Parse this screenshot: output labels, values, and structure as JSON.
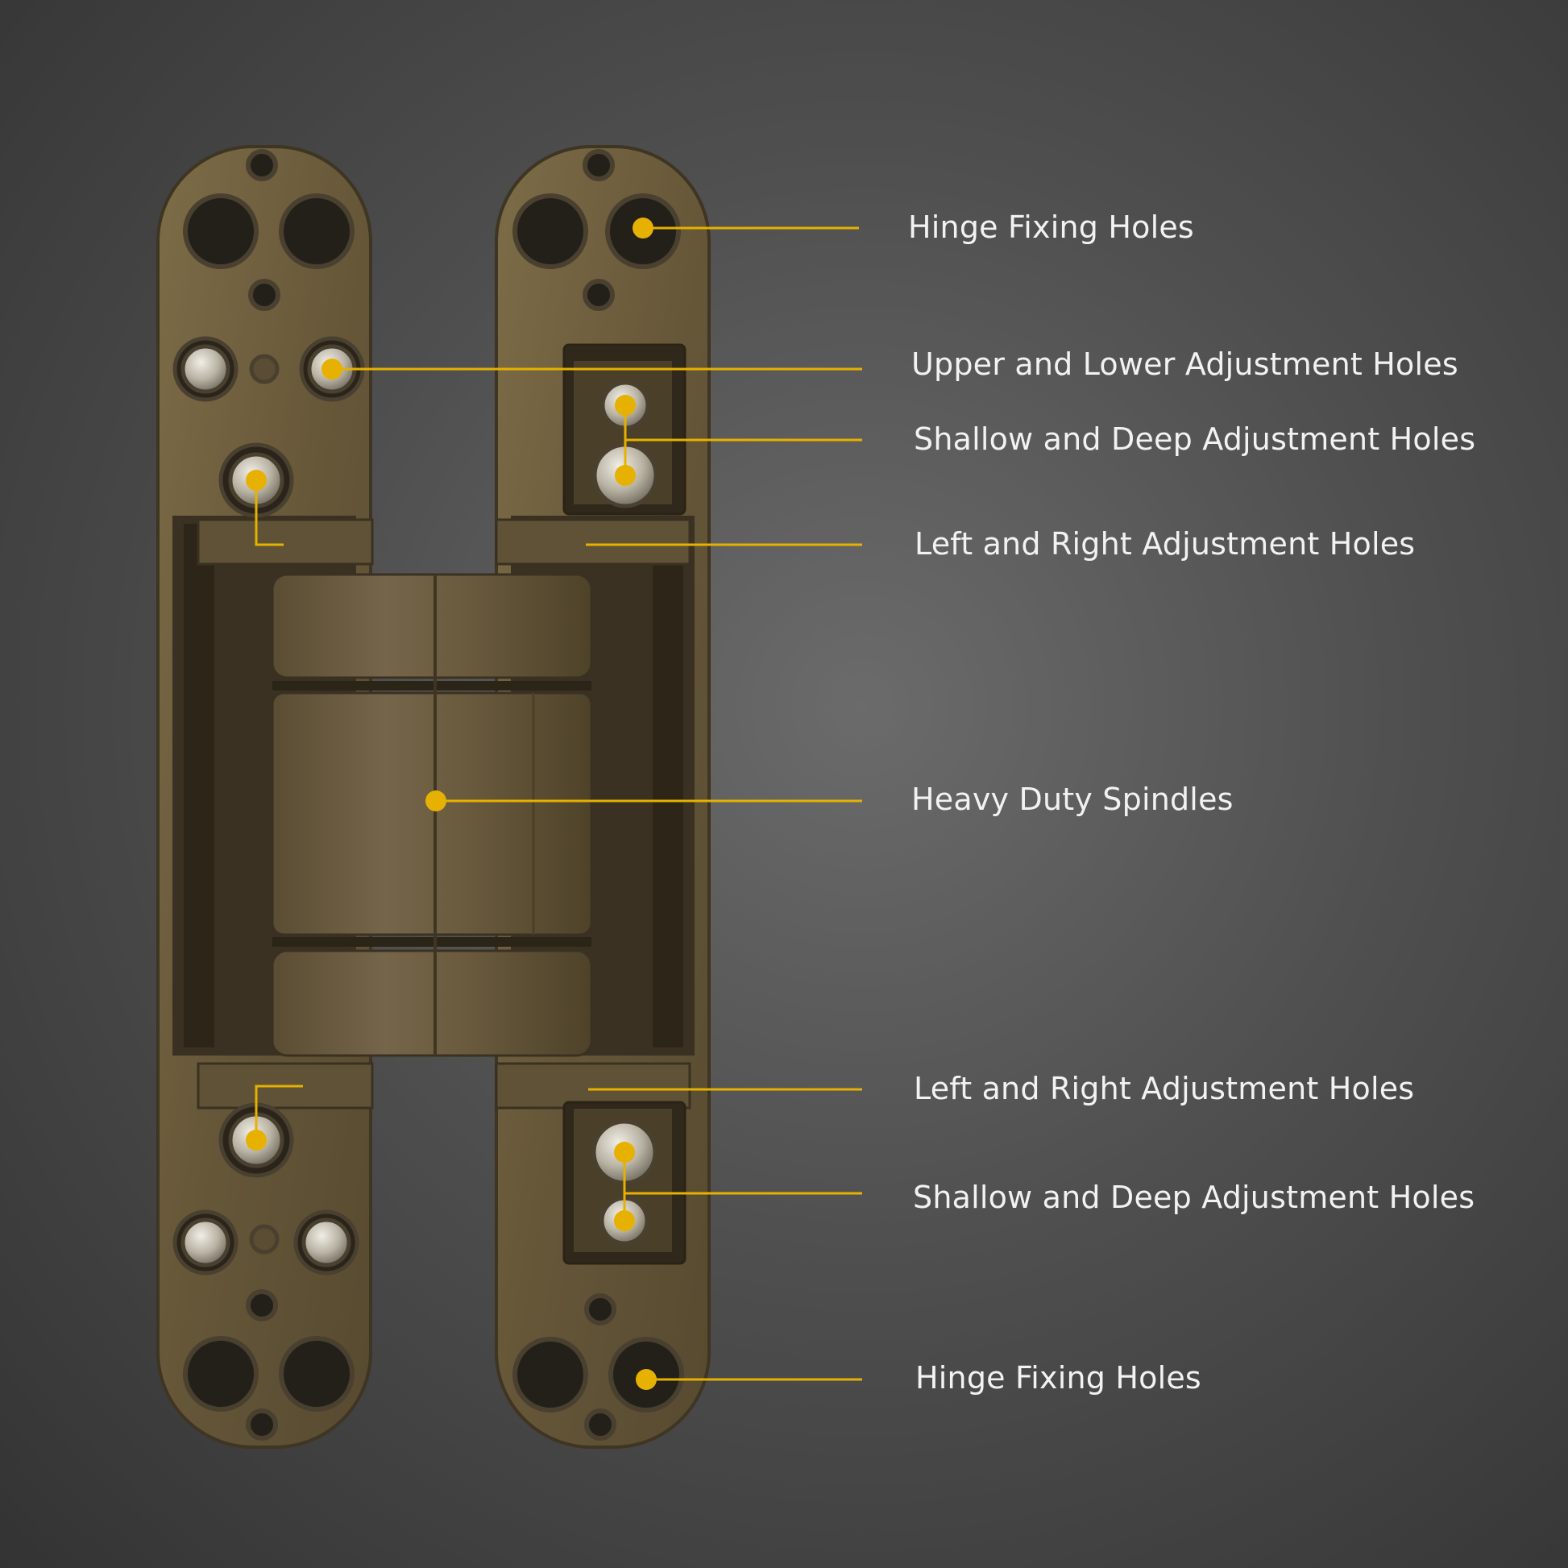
{
  "colors": {
    "background": "#4f4f4f",
    "bronze": "#6e5e3e",
    "bronze_dark": "#3d3420",
    "accent": "#e6b100",
    "label_text": "#f2f2f2"
  },
  "callouts": [
    {
      "id": "hinge-fixing-holes-top",
      "text": "Hinge Fixing Holes"
    },
    {
      "id": "upper-lower-adjustment-holes",
      "text": "Upper and Lower Adjustment Holes"
    },
    {
      "id": "shallow-deep-adjustment-holes-top",
      "text": "Shallow and Deep Adjustment Holes"
    },
    {
      "id": "left-right-adjustment-holes-top",
      "text": "Left and Right Adjustment Holes"
    },
    {
      "id": "heavy-duty-spindles",
      "text": "Heavy Duty Spindles"
    },
    {
      "id": "left-right-adjustment-holes-bottom",
      "text": "Left and Right Adjustment Holes"
    },
    {
      "id": "shallow-deep-adjustment-holes-bottom",
      "text": "Shallow and Deep Adjustment Holes"
    },
    {
      "id": "hinge-fixing-holes-bottom",
      "text": "Hinge Fixing Holes"
    }
  ]
}
